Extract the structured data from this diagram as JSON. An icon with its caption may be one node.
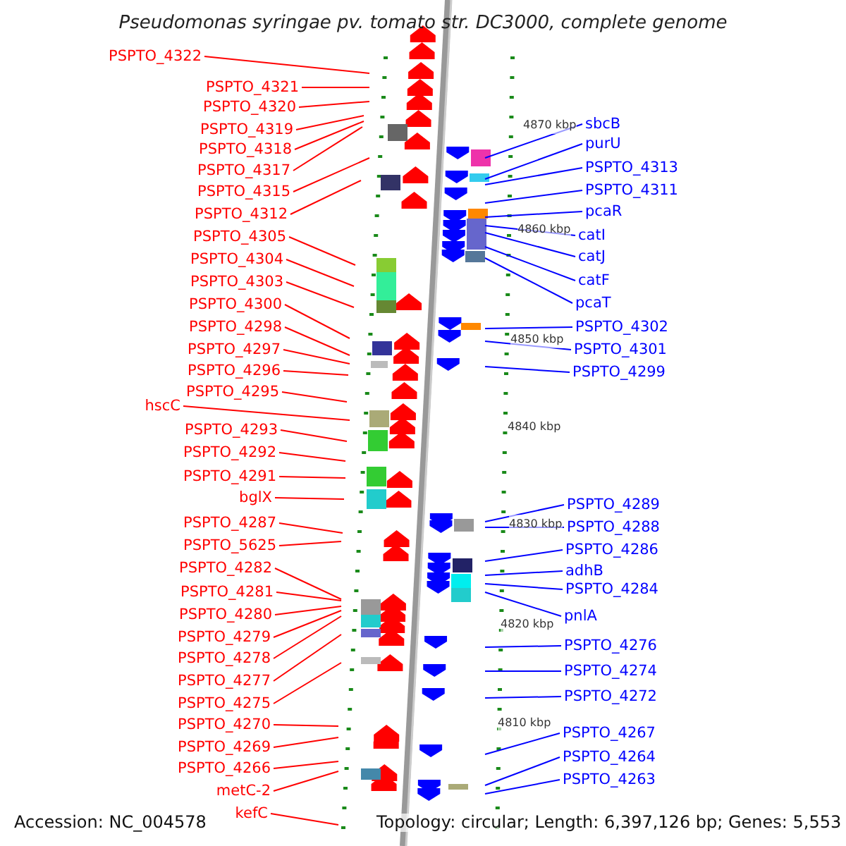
{
  "diagram": {
    "title": "Pseudomonas syringae pv. tomato str. DC3000, complete genome",
    "nodes": [
      {
        "text": [
          "PSPTO_4322"
        ]
      },
      {
        "text": [
          "PSPTO_4321"
        ]
      },
      {
        "text": [
          "PSPTO_4320"
        ]
      },
      {
        "text": [
          "PSPTO_4319"
        ]
      },
      {
        "text": [
          "PSPTO_4318"
        ]
      },
      {
        "text": [
          "PSPTO_4317"
        ]
      },
      {
        "text": [
          "PSPTO_4315"
        ]
      },
      {
        "text": [
          "PSPTO_4312"
        ]
      },
      {
        "text": [
          "PSPTO_4305"
        ]
      },
      {
        "text": [
          "PSPTO_4304"
        ]
      },
      {
        "text": [
          "PSPTO_4303"
        ]
      },
      {
        "text": [
          "PSPTO_4300"
        ]
      },
      {
        "text": [
          "PSPTO_4298"
        ]
      },
      {
        "text": [
          "PSPTO_4297"
        ]
      },
      {
        "text": [
          "PSPTO_4296"
        ]
      },
      {
        "text": [
          "PSPTO_4295"
        ]
      },
      {
        "text": [
          "hscC"
        ]
      },
      {
        "text": [
          "PSPTO_4293"
        ]
      },
      {
        "text": [
          "PSPTO_4292"
        ]
      },
      {
        "text": [
          "PSPTO_4291"
        ]
      },
      {
        "text": [
          "bglX"
        ]
      },
      {
        "text": [
          "PSPTO_4287"
        ]
      },
      {
        "text": [
          "PSPTO_5625"
        ]
      },
      {
        "text": [
          "PSPTO_4282"
        ]
      },
      {
        "text": [
          "PSPTO_4281"
        ]
      },
      {
        "text": [
          "PSPTO_4280"
        ]
      },
      {
        "text": [
          "PSPTO_4279"
        ]
      },
      {
        "text": [
          "PSPTO_4278"
        ]
      },
      {
        "text": [
          "PSPTO_4277"
        ]
      },
      {
        "text": [
          "PSPTO_4275"
        ]
      },
      {
        "text": [
          "PSPTO_4270"
        ]
      },
      {
        "text": [
          "PSPTO_4269"
        ]
      },
      {
        "text": [
          "PSPTO_4266"
        ]
      },
      {
        "text": [
          "metC-2"
        ]
      },
      {
        "text": [
          "kefC"
        ]
      },
      {
        "text": [
          "sbcB"
        ]
      },
      {
        "text": [
          "purU"
        ]
      },
      {
        "text": [
          "PSPTO_4313"
        ]
      },
      {
        "text": [
          "PSPTO_4311"
        ]
      },
      {
        "text": [
          "pcaR"
        ]
      },
      {
        "text": [
          "catI"
        ]
      },
      {
        "text": [
          "catJ"
        ]
      },
      {
        "text": [
          "catF"
        ]
      },
      {
        "text": [
          "pcaT"
        ]
      },
      {
        "text": [
          "PSPTO_4302"
        ]
      },
      {
        "text": [
          "PSPTO_4301"
        ]
      },
      {
        "text": [
          "PSPTO_4299"
        ]
      },
      {
        "text": [
          "PSPTO_4289"
        ]
      },
      {
        "text": [
          "PSPTO_4288"
        ]
      },
      {
        "text": [
          "PSPTO_4286"
        ]
      },
      {
        "text": [
          "adhB"
        ]
      },
      {
        "text": [
          "PSPTO_4284"
        ]
      },
      {
        "text": [
          "pnlA"
        ]
      },
      {
        "text": [
          "PSPTO_4276"
        ]
      },
      {
        "text": [
          "PSPTO_4274"
        ]
      },
      {
        "text": [
          "PSPTO_4272"
        ]
      },
      {
        "text": [
          "PSPTO_4267"
        ]
      },
      {
        "text": [
          "PSPTO_4264"
        ]
      },
      {
        "text": [
          "PSPTO_4263"
        ]
      }
    ],
    "edges": [
      {
        "from": 0,
        "to": null,
        "arrow": "none"
      },
      {
        "from": 1,
        "to": null,
        "arrow": "none"
      },
      {
        "from": 2,
        "to": null,
        "arrow": "none"
      },
      {
        "from": 3,
        "to": null,
        "arrow": "none"
      },
      {
        "from": 4,
        "to": null,
        "arrow": "none"
      },
      {
        "from": 5,
        "to": null,
        "arrow": "none"
      },
      {
        "from": 6,
        "to": null,
        "arrow": "none"
      },
      {
        "from": 7,
        "to": null,
        "arrow": "none"
      },
      {
        "from": 8,
        "to": null,
        "arrow": "none"
      },
      {
        "from": 9,
        "to": null,
        "arrow": "none"
      },
      {
        "from": 10,
        "to": null,
        "arrow": "none"
      },
      {
        "from": 11,
        "to": null,
        "arrow": "none"
      },
      {
        "from": 12,
        "to": null,
        "arrow": "none"
      },
      {
        "from": 13,
        "to": null,
        "arrow": "none"
      },
      {
        "from": 14,
        "to": null,
        "arrow": "none"
      },
      {
        "from": 15,
        "to": null,
        "arrow": "none"
      },
      {
        "from": 16,
        "to": null,
        "arrow": "none"
      },
      {
        "from": 17,
        "to": null,
        "arrow": "none"
      },
      {
        "from": 18,
        "to": null,
        "arrow": "none"
      },
      {
        "from": 19,
        "to": null,
        "arrow": "none"
      },
      {
        "from": 20,
        "to": null,
        "arrow": "none"
      },
      {
        "from": 21,
        "to": null,
        "arrow": "none"
      },
      {
        "from": 22,
        "to": null,
        "arrow": "none"
      },
      {
        "from": 23,
        "to": null,
        "arrow": "none"
      },
      {
        "from": 24,
        "to": null,
        "arrow": "none"
      },
      {
        "from": 25,
        "to": null,
        "arrow": "none"
      },
      {
        "from": 26,
        "to": null,
        "arrow": "none"
      },
      {
        "from": 27,
        "to": null,
        "arrow": "none"
      },
      {
        "from": 28,
        "to": null,
        "arrow": "none"
      },
      {
        "from": 29,
        "to": null,
        "arrow": "none"
      },
      {
        "from": 30,
        "to": null,
        "arrow": "none"
      },
      {
        "from": 31,
        "to": null,
        "arrow": "none"
      },
      {
        "from": 32,
        "to": null,
        "arrow": "none"
      },
      {
        "from": 33,
        "to": null,
        "arrow": "none"
      },
      {
        "from": 34,
        "to": null,
        "arrow": "none"
      },
      {
        "from": 35,
        "to": null,
        "arrow": "none",
        "color": "#0000ff"
      },
      {
        "from": 36,
        "to": null,
        "arrow": "none",
        "color": "#0000ff"
      },
      {
        "from": 37,
        "to": null,
        "arrow": "none",
        "color": "#0000ff"
      },
      {
        "from": 38,
        "to": null,
        "arrow": "none",
        "color": "#0000ff"
      },
      {
        "from": 39,
        "to": null,
        "arrow": "none",
        "color": "#0000ff"
      },
      {
        "from": 40,
        "to": null,
        "arrow": "none",
        "color": "#0000ff"
      },
      {
        "from": 41,
        "to": null,
        "arrow": "none",
        "color": "#0000ff"
      },
      {
        "from": 42,
        "to": null,
        "arrow": "none",
        "color": "#0000ff"
      },
      {
        "from": 43,
        "to": null,
        "arrow": "none",
        "color": "#0000ff"
      },
      {
        "from": 44,
        "to": null,
        "arrow": "none",
        "color": "#0000ff"
      },
      {
        "from": 45,
        "to": null,
        "arrow": "none",
        "color": "#0000ff"
      },
      {
        "from": 46,
        "to": null,
        "arrow": "none",
        "color": "#0000ff"
      },
      {
        "from": 47,
        "to": null,
        "arrow": "none",
        "color": "#0000ff"
      },
      {
        "from": 48,
        "to": null,
        "arrow": "none",
        "color": "#0000ff"
      },
      {
        "from": 49,
        "to": null,
        "arrow": "none",
        "color": "#0000ff"
      },
      {
        "from": 50,
        "to": null,
        "arrow": "none",
        "color": "#0000ff"
      },
      {
        "from": 51,
        "to": null,
        "arrow": "none",
        "color": "#0000ff"
      },
      {
        "from": 52,
        "to": null,
        "arrow": "none",
        "color": "#0000ff"
      },
      {
        "from": 53,
        "to": null,
        "arrow": "none",
        "color": "#0000ff"
      },
      {
        "from": 54,
        "to": null,
        "arrow": "none",
        "color": "#0000ff"
      },
      {
        "from": 55,
        "to": null,
        "arrow": "none",
        "color": "#0000ff"
      },
      {
        "from": 56,
        "to": null,
        "arrow": "none",
        "color": "#0000ff"
      },
      {
        "from": 57,
        "to": null,
        "arrow": "none",
        "color": "#0000ff"
      },
      {
        "from": 58,
        "to": null,
        "arrow": "none",
        "color": "#0000ff"
      }
    ],
    "labels": [
      "4870 kbp",
      "4860 kbp",
      "4850 kbp",
      "4840 kbp",
      "4830 kbp",
      "4820 kbp",
      "4810 kbp",
      "Accession: NC_004578",
      "Topology: circular; Length: 6,397,126 bp; Genes: 5,553"
    ]
  }
}
